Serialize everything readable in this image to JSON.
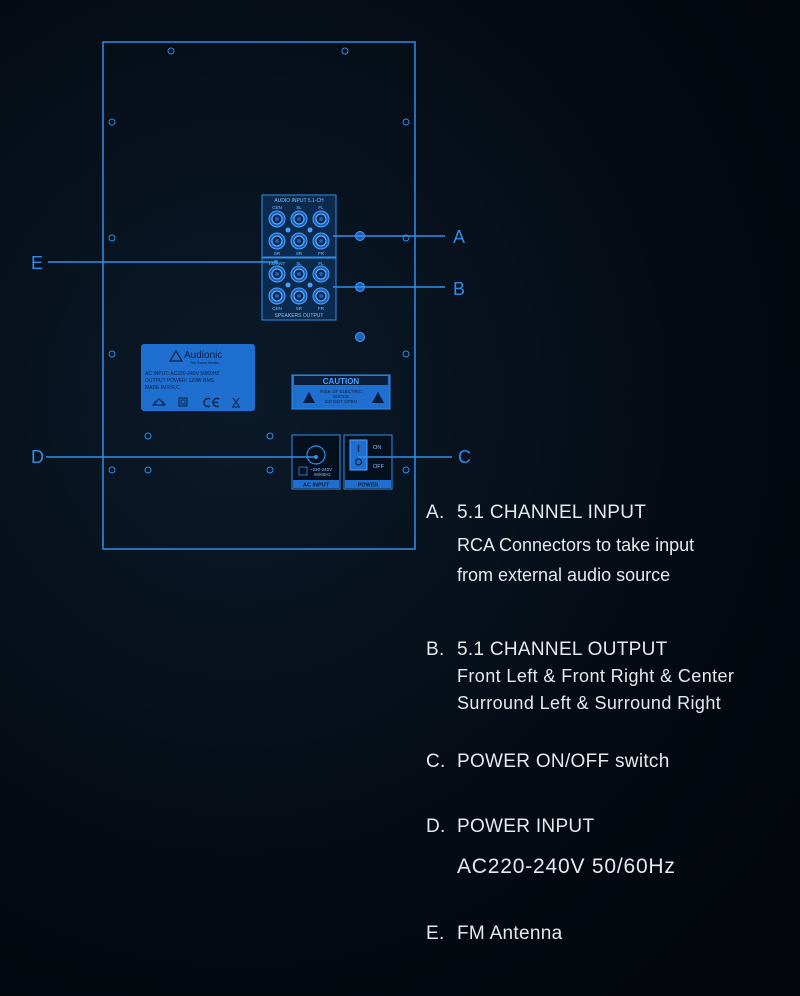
{
  "panel": {
    "input_block": {
      "title": "AUDIO INPUT 5.1-CH",
      "top_labels": [
        "CEN",
        "SL",
        "FL"
      ],
      "bottom_labels": [
        "SR",
        "SR",
        "FR"
      ]
    },
    "output_block": {
      "title": "SPEAKERS OUTPUT",
      "top_labels": [
        "FM ANT",
        "SL",
        "FL"
      ],
      "bottom_labels": [
        "CEN",
        "SR",
        "FR"
      ]
    },
    "brand_label": {
      "brand": "Audionic",
      "tagline": "The Sound Master",
      "lines": [
        "AC INPUT: AC220-240V 50/60HZ",
        "OUTPUT POWER: 120W RMS",
        "MADE IN P.R.C"
      ]
    },
    "caution": {
      "title": "CAUTION",
      "lines": [
        "RISK OF ELECTRIC",
        "SHOCK",
        "DO NOT OPEN"
      ]
    },
    "ac_input": {
      "label": "AC INPUT",
      "spec_lines": [
        "~220-240V",
        "50/60Hz"
      ]
    },
    "power": {
      "label": "POWER",
      "on_text": "ON",
      "off_text": "OFF"
    }
  },
  "callouts": {
    "a": "A",
    "b": "B",
    "c": "C",
    "d": "D",
    "e": "E"
  },
  "legend": [
    {
      "letter": "A.",
      "title": "5.1 CHANNEL INPUT",
      "desc": [
        "RCA Connectors to take input",
        "from external audio source"
      ]
    },
    {
      "letter": "B.",
      "title": "5.1 CHANNEL OUTPUT",
      "desc": [
        "Front Left & Front Right  & Center",
        "Surround Left & Surround Right"
      ]
    },
    {
      "letter": "C.",
      "title": "POWER ON/OFF switch",
      "desc": []
    },
    {
      "letter": "D.",
      "title": "POWER INPUT",
      "desc": [
        "AC220-240V  50/60Hz"
      ]
    },
    {
      "letter": "E.",
      "title": "FM  Antenna",
      "desc": []
    }
  ],
  "colors": {
    "line_blue": "#2f8fe8",
    "label_blue": "#1f6fd1",
    "background": "#050b14"
  }
}
